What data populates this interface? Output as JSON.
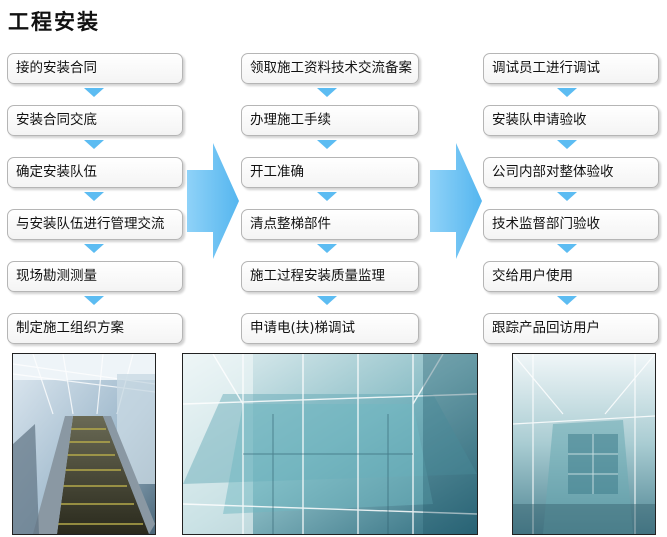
{
  "title": "工程安装",
  "columns": [
    {
      "steps": [
        "接的安装合同",
        "安装合同交底",
        "确定安装队伍",
        "与安装队伍进行管理交流",
        "现场勘测测量",
        "制定施工组织方案"
      ]
    },
    {
      "steps": [
        "领取施工资料技术交流备案",
        "办理施工手续",
        "开工准确",
        "清点整梯部件",
        "施工过程安装质量监理",
        "申请电(扶)梯调试"
      ]
    },
    {
      "steps": [
        "调试员工进行调试",
        "安装队申请验收",
        "公司内部对整体验收",
        "技术监督部门验收",
        "交给用户使用",
        "跟踪产品回访用户"
      ]
    }
  ],
  "photos": [
    "escalator-photo",
    "glass-elevator-shaft-photo",
    "glass-elevator-photo"
  ],
  "colors": {
    "arrow": "#5cbcf2",
    "bigArrow": "#6ec4f5",
    "border": "#b5b5b5"
  }
}
